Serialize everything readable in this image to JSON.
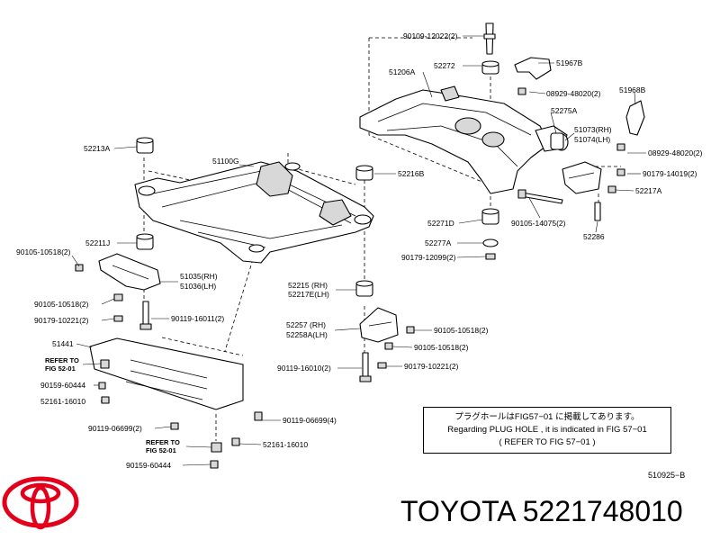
{
  "parts": {
    "p1": "90109-12022(2)",
    "p2": "52272",
    "p3": "51967B",
    "p4": "51206A",
    "p5": "08929-48020(2)",
    "p6": "51968B",
    "p7": "52275A",
    "p8": "51073(RH)",
    "p9": "51074(LH)",
    "p10": "08929-48020(2)",
    "p11": "52213A",
    "p12": "51100G",
    "p13": "52216B",
    "p14": "90179-14019(2)",
    "p15": "52217A",
    "p16": "90105-14075(2)",
    "p17": "52271D",
    "p18": "52286",
    "p19": "52211J",
    "p20": "52277A",
    "p21": "90179-12099(2)",
    "p22": "90105-10518(2)",
    "p23": "51035(RH)",
    "p24": "51036(LH)",
    "p25": "52215 (RH)",
    "p26": "52217E(LH)",
    "p27": "90105-10518(2)",
    "p28": "90179-10221(2)",
    "p29": "90119-16011(2)",
    "p30": "52257 (RH)",
    "p31": "52258A(LH)",
    "p32": "90105-10518(2)",
    "p33": "90105-10518(2)",
    "p34": "51441",
    "p35": "90119-16010(2)",
    "p36": "90179-10221(2)",
    "p37": "90159-60444",
    "p38": "52161-16010",
    "p39": "90119-06699(2)",
    "p40": "90119-06699(4)",
    "p41": "52161-16010",
    "p42": "90159-60444"
  },
  "refer_notes": {
    "r1_line1": "REFER TO",
    "r1_line2": "FIG 52-01",
    "r2_line1": "REFER TO",
    "r2_line2": "FIG 52-01"
  },
  "note": {
    "line1": "プラグホールはFIG57−01 に掲載してあります。",
    "line2": "Regarding PLUG HOLE , it is indicated in FIG 57−01",
    "line3": "( REFER TO FIG 57−01 )"
  },
  "diagram_id": "510925−B",
  "brand_text": "TOYOTA 5221748010",
  "colors": {
    "logo": "#e2001a",
    "ink": "#000000"
  }
}
